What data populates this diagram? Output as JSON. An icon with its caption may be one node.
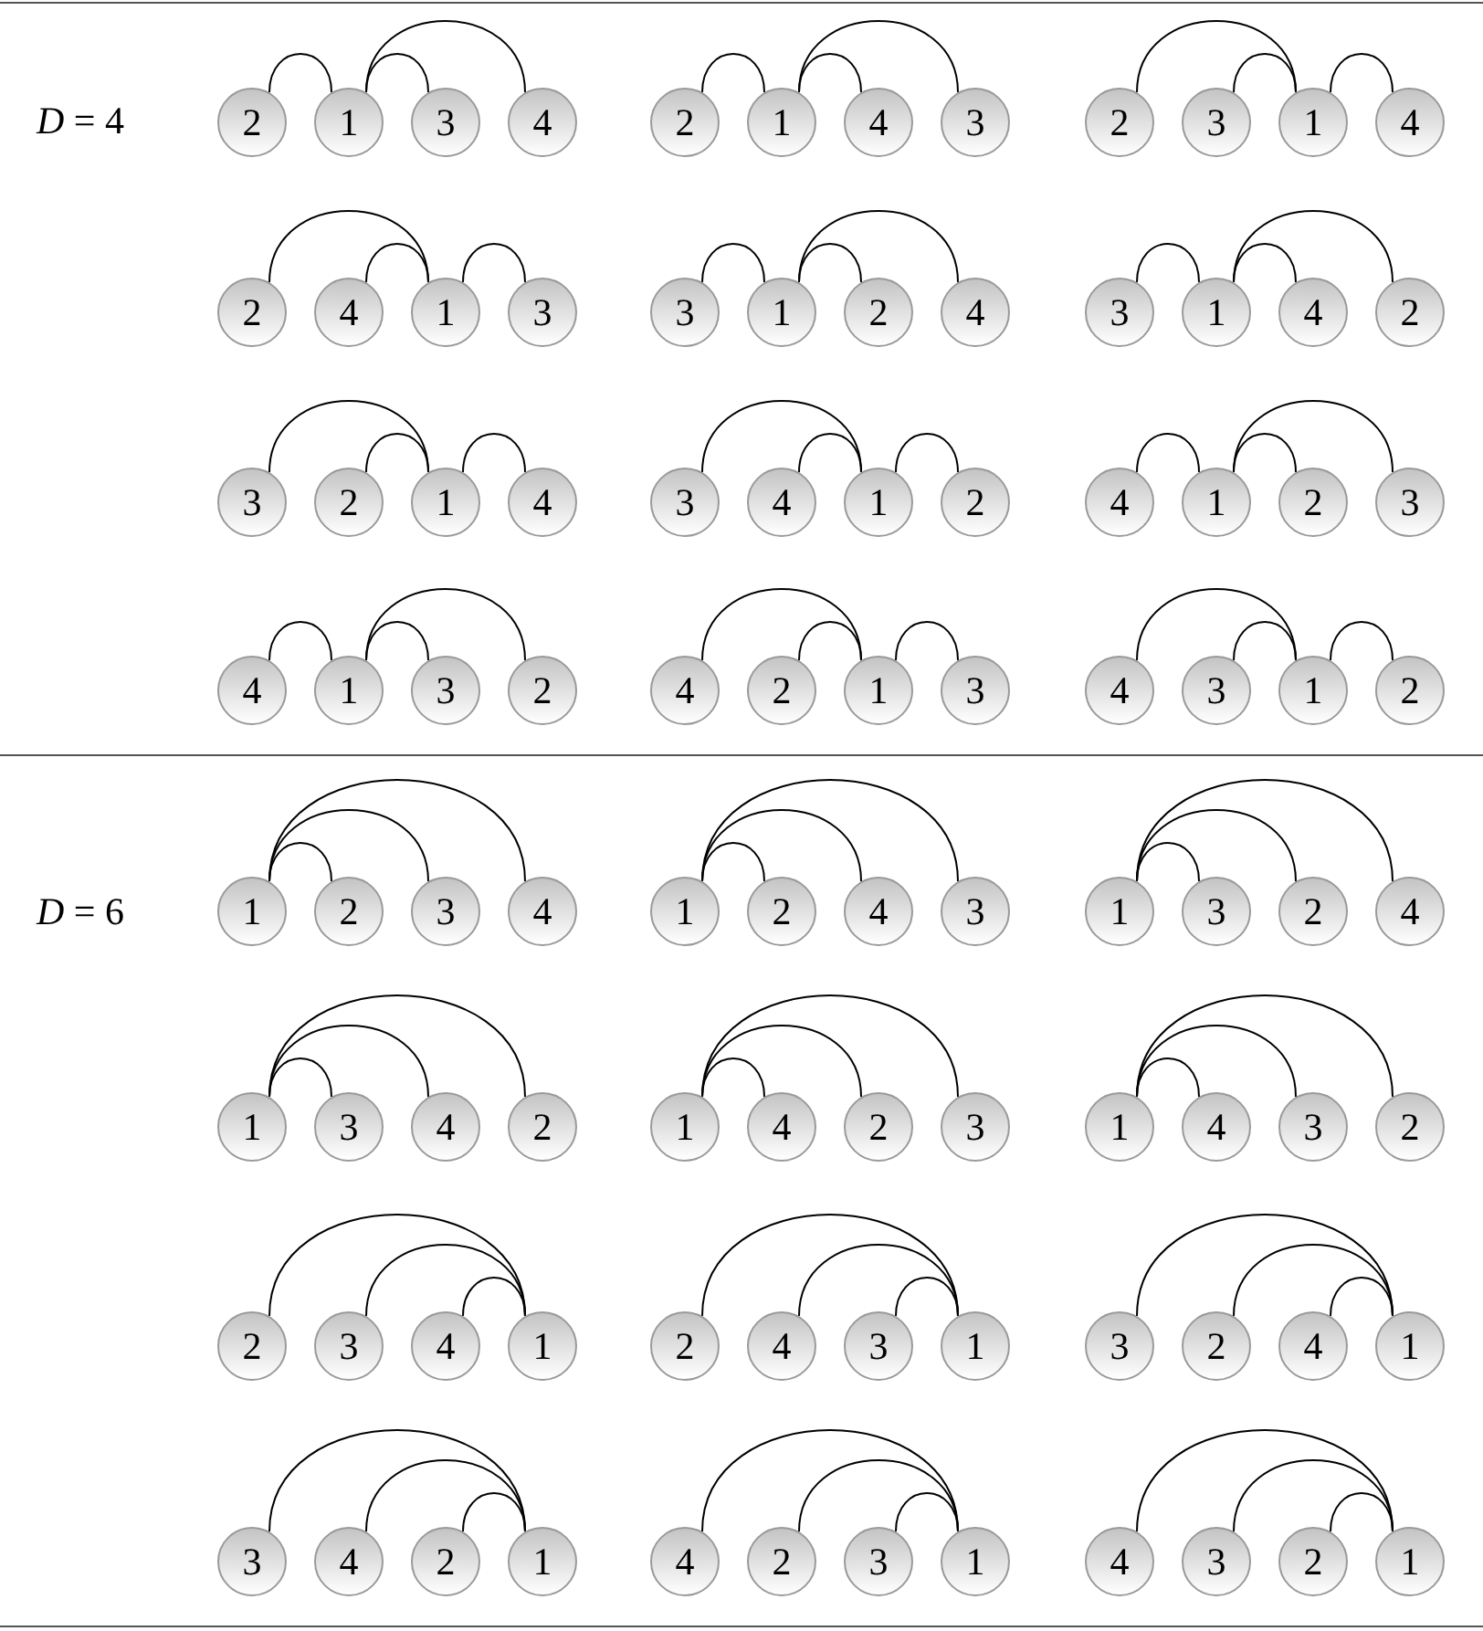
{
  "diagram": {
    "nodes": [
      {
        "text": [
          "2"
        ]
      },
      {
        "text": [
          "1"
        ]
      },
      {
        "text": [
          "3"
        ]
      },
      {
        "text": [
          "4"
        ]
      },
      {
        "text": [
          "2"
        ]
      },
      {
        "text": [
          "1"
        ]
      },
      {
        "text": [
          "4"
        ]
      },
      {
        "text": [
          "3"
        ]
      },
      {
        "text": [
          "2"
        ]
      },
      {
        "text": [
          "3"
        ]
      },
      {
        "text": [
          "1"
        ]
      },
      {
        "text": [
          "4"
        ]
      },
      {
        "text": [
          "2"
        ]
      },
      {
        "text": [
          "4"
        ]
      },
      {
        "text": [
          "1"
        ]
      },
      {
        "text": [
          "3"
        ]
      },
      {
        "text": [
          "3"
        ]
      },
      {
        "text": [
          "1"
        ]
      },
      {
        "text": [
          "2"
        ]
      },
      {
        "text": [
          "4"
        ]
      },
      {
        "text": [
          "3"
        ]
      },
      {
        "text": [
          "1"
        ]
      },
      {
        "text": [
          "4"
        ]
      },
      {
        "text": [
          "2"
        ]
      },
      {
        "text": [
          "3"
        ]
      },
      {
        "text": [
          "2"
        ]
      },
      {
        "text": [
          "1"
        ]
      },
      {
        "text": [
          "4"
        ]
      },
      {
        "text": [
          "3"
        ]
      },
      {
        "text": [
          "4"
        ]
      },
      {
        "text": [
          "1"
        ]
      },
      {
        "text": [
          "2"
        ]
      },
      {
        "text": [
          "4"
        ]
      },
      {
        "text": [
          "1"
        ]
      },
      {
        "text": [
          "2"
        ]
      },
      {
        "text": [
          "3"
        ]
      },
      {
        "text": [
          "4"
        ]
      },
      {
        "text": [
          "1"
        ]
      },
      {
        "text": [
          "3"
        ]
      },
      {
        "text": [
          "2"
        ]
      },
      {
        "text": [
          "4"
        ]
      },
      {
        "text": [
          "2"
        ]
      },
      {
        "text": [
          "1"
        ]
      },
      {
        "text": [
          "3"
        ]
      },
      {
        "text": [
          "4"
        ]
      },
      {
        "text": [
          "3"
        ]
      },
      {
        "text": [
          "1"
        ]
      },
      {
        "text": [
          "2"
        ]
      },
      {
        "text": [
          "1"
        ]
      },
      {
        "text": [
          "2"
        ]
      },
      {
        "text": [
          "3"
        ]
      },
      {
        "text": [
          "4"
        ]
      },
      {
        "text": [
          "1"
        ]
      },
      {
        "text": [
          "2"
        ]
      },
      {
        "text": [
          "4"
        ]
      },
      {
        "text": [
          "3"
        ]
      },
      {
        "text": [
          "1"
        ]
      },
      {
        "text": [
          "3"
        ]
      },
      {
        "text": [
          "2"
        ]
      },
      {
        "text": [
          "4"
        ]
      },
      {
        "text": [
          "1"
        ]
      },
      {
        "text": [
          "3"
        ]
      },
      {
        "text": [
          "4"
        ]
      },
      {
        "text": [
          "2"
        ]
      },
      {
        "text": [
          "1"
        ]
      },
      {
        "text": [
          "4"
        ]
      },
      {
        "text": [
          "2"
        ]
      },
      {
        "text": [
          "3"
        ]
      },
      {
        "text": [
          "1"
        ]
      },
      {
        "text": [
          "4"
        ]
      },
      {
        "text": [
          "3"
        ]
      },
      {
        "text": [
          "2"
        ]
      },
      {
        "text": [
          "2"
        ]
      },
      {
        "text": [
          "3"
        ]
      },
      {
        "text": [
          "4"
        ]
      },
      {
        "text": [
          "1"
        ]
      },
      {
        "text": [
          "2"
        ]
      },
      {
        "text": [
          "4"
        ]
      },
      {
        "text": [
          "3"
        ]
      },
      {
        "text": [
          "1"
        ]
      },
      {
        "text": [
          "3"
        ]
      },
      {
        "text": [
          "2"
        ]
      },
      {
        "text": [
          "4"
        ]
      },
      {
        "text": [
          "1"
        ]
      },
      {
        "text": [
          "3"
        ]
      },
      {
        "text": [
          "4"
        ]
      },
      {
        "text": [
          "2"
        ]
      },
      {
        "text": [
          "1"
        ]
      },
      {
        "text": [
          "4"
        ]
      },
      {
        "text": [
          "2"
        ]
      },
      {
        "text": [
          "3"
        ]
      },
      {
        "text": [
          "1"
        ]
      },
      {
        "text": [
          "4"
        ]
      },
      {
        "text": [
          "3"
        ]
      },
      {
        "text": [
          "2"
        ]
      },
      {
        "text": [
          "1"
        ]
      }
    ],
    "edges": [
      {
        "from": 0,
        "to": 1,
        "arrow": "none"
      },
      {
        "from": 1,
        "to": 2,
        "arrow": "none"
      },
      {
        "from": 1,
        "to": 3,
        "arrow": "none"
      },
      {
        "from": 4,
        "to": 5,
        "arrow": "none"
      },
      {
        "from": 5,
        "to": 6,
        "arrow": "none"
      },
      {
        "from": 5,
        "to": 7,
        "arrow": "none"
      },
      {
        "from": 8,
        "to": 10,
        "arrow": "none"
      },
      {
        "from": 9,
        "to": 10,
        "arrow": "none"
      },
      {
        "from": 10,
        "to": 11,
        "arrow": "none"
      },
      {
        "from": 12,
        "to": 14,
        "arrow": "none"
      },
      {
        "from": 13,
        "to": 14,
        "arrow": "none"
      },
      {
        "from": 14,
        "to": 15,
        "arrow": "none"
      },
      {
        "from": 16,
        "to": 17,
        "arrow": "none"
      },
      {
        "from": 17,
        "to": 18,
        "arrow": "none"
      },
      {
        "from": 17,
        "to": 19,
        "arrow": "none"
      },
      {
        "from": 20,
        "to": 21,
        "arrow": "none"
      },
      {
        "from": 21,
        "to": 22,
        "arrow": "none"
      },
      {
        "from": 21,
        "to": 23,
        "arrow": "none"
      },
      {
        "from": 24,
        "to": 26,
        "arrow": "none"
      },
      {
        "from": 25,
        "to": 26,
        "arrow": "none"
      },
      {
        "from": 26,
        "to": 27,
        "arrow": "none"
      },
      {
        "from": 28,
        "to": 30,
        "arrow": "none"
      },
      {
        "from": 29,
        "to": 30,
        "arrow": "none"
      },
      {
        "from": 30,
        "to": 31,
        "arrow": "none"
      },
      {
        "from": 32,
        "to": 33,
        "arrow": "none"
      },
      {
        "from": 33,
        "to": 34,
        "arrow": "none"
      },
      {
        "from": 33,
        "to": 35,
        "arrow": "none"
      },
      {
        "from": 36,
        "to": 37,
        "arrow": "none"
      },
      {
        "from": 37,
        "to": 38,
        "arrow": "none"
      },
      {
        "from": 37,
        "to": 39,
        "arrow": "none"
      },
      {
        "from": 40,
        "to": 42,
        "arrow": "none"
      },
      {
        "from": 41,
        "to": 42,
        "arrow": "none"
      },
      {
        "from": 42,
        "to": 43,
        "arrow": "none"
      },
      {
        "from": 44,
        "to": 46,
        "arrow": "none"
      },
      {
        "from": 45,
        "to": 46,
        "arrow": "none"
      },
      {
        "from": 46,
        "to": 47,
        "arrow": "none"
      },
      {
        "from": 48,
        "to": 49,
        "arrow": "none"
      },
      {
        "from": 48,
        "to": 50,
        "arrow": "none"
      },
      {
        "from": 48,
        "to": 51,
        "arrow": "none"
      },
      {
        "from": 52,
        "to": 53,
        "arrow": "none"
      },
      {
        "from": 52,
        "to": 54,
        "arrow": "none"
      },
      {
        "from": 52,
        "to": 55,
        "arrow": "none"
      },
      {
        "from": 56,
        "to": 57,
        "arrow": "none"
      },
      {
        "from": 56,
        "to": 58,
        "arrow": "none"
      },
      {
        "from": 56,
        "to": 59,
        "arrow": "none"
      },
      {
        "from": 60,
        "to": 61,
        "arrow": "none"
      },
      {
        "from": 60,
        "to": 62,
        "arrow": "none"
      },
      {
        "from": 60,
        "to": 63,
        "arrow": "none"
      },
      {
        "from": 64,
        "to": 65,
        "arrow": "none"
      },
      {
        "from": 64,
        "to": 66,
        "arrow": "none"
      },
      {
        "from": 64,
        "to": 67,
        "arrow": "none"
      },
      {
        "from": 68,
        "to": 69,
        "arrow": "none"
      },
      {
        "from": 68,
        "to": 70,
        "arrow": "none"
      },
      {
        "from": 68,
        "to": 71,
        "arrow": "none"
      },
      {
        "from": 72,
        "to": 75,
        "arrow": "none"
      },
      {
        "from": 73,
        "to": 75,
        "arrow": "none"
      },
      {
        "from": 74,
        "to": 75,
        "arrow": "none"
      },
      {
        "from": 76,
        "to": 79,
        "arrow": "none"
      },
      {
        "from": 77,
        "to": 79,
        "arrow": "none"
      },
      {
        "from": 78,
        "to": 79,
        "arrow": "none"
      },
      {
        "from": 80,
        "to": 83,
        "arrow": "none"
      },
      {
        "from": 81,
        "to": 83,
        "arrow": "none"
      },
      {
        "from": 82,
        "to": 83,
        "arrow": "none"
      },
      {
        "from": 84,
        "to": 87,
        "arrow": "none"
      },
      {
        "from": 85,
        "to": 87,
        "arrow": "none"
      },
      {
        "from": 86,
        "to": 87,
        "arrow": "none"
      },
      {
        "from": 88,
        "to": 91,
        "arrow": "none"
      },
      {
        "from": 89,
        "to": 91,
        "arrow": "none"
      },
      {
        "from": 90,
        "to": 91,
        "arrow": "none"
      },
      {
        "from": 92,
        "to": 95,
        "arrow": "none"
      },
      {
        "from": 93,
        "to": 95,
        "arrow": "none"
      },
      {
        "from": 94,
        "to": 95,
        "arrow": "none"
      }
    ],
    "labels": [
      "*D* = 4",
      "*D* = 6"
    ]
  }
}
